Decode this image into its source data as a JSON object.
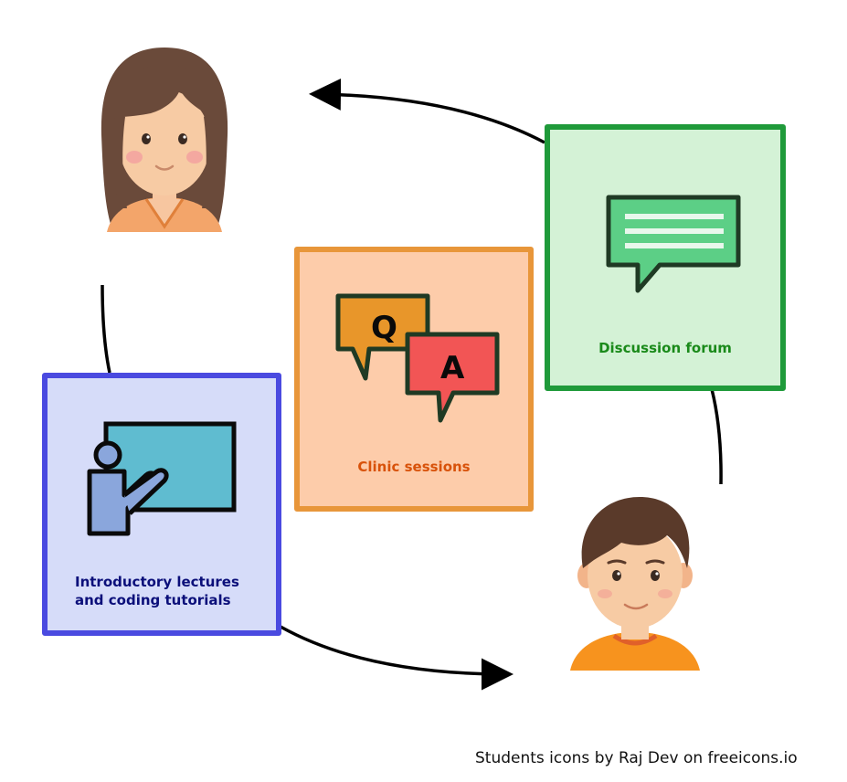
{
  "boxes": {
    "lectures": {
      "line1": "Introductory lectures",
      "line2": "and coding tutorials",
      "border": "#4a4ae0",
      "fill": "#d6dcf9",
      "text_color": "#0b0f7a"
    },
    "clinic": {
      "label": "Clinic sessions",
      "border": "#e8963a",
      "fill": "#fdccaa",
      "text_color": "#d8520a"
    },
    "forum": {
      "label": "Discussion forum",
      "border": "#1f9a3a",
      "fill": "#d4f2d6",
      "text_color": "#1a8a1a"
    }
  },
  "qa": {
    "q": "Q",
    "a": "A"
  },
  "credit": "Students icons by Raj Dev on freeicons.io"
}
